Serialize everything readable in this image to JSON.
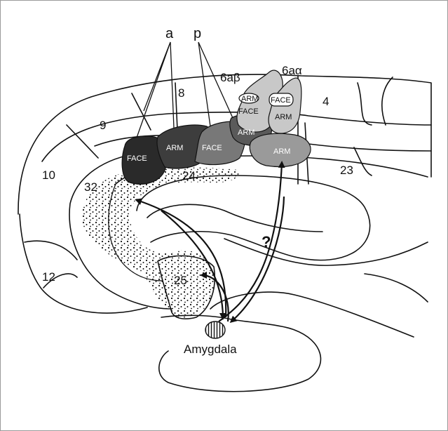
{
  "projection_labels": {
    "a": "a",
    "p": "p"
  },
  "area_labels": {
    "a6ab": "6aβ",
    "a6aa": "6aα",
    "a8": "8",
    "a4": "4",
    "a9": "9",
    "a10": "10",
    "a32": "32",
    "a24": "24",
    "a23": "23",
    "a12": "12",
    "a25": "25"
  },
  "motor_labels": {
    "face1": "FACE",
    "arm1": "ARM",
    "face2": "FACE",
    "arm2": "ARM",
    "arm3": "ARM",
    "arm_6ab": "ARM",
    "face_6ab": "FACE",
    "face_6aa": "FACE",
    "arm_6aa": "ARM"
  },
  "question_mark": "?",
  "amygdala_label": "Amygdala",
  "colors": {
    "face_area_a": "#2a2a2a",
    "arm_area_a": "#3d3d3d",
    "face_area_p": "#787878",
    "arm_area_p": "#5a5a5a",
    "arm_area_rear": "#9a9a9a",
    "premotor_area": "#c8c8c8"
  }
}
